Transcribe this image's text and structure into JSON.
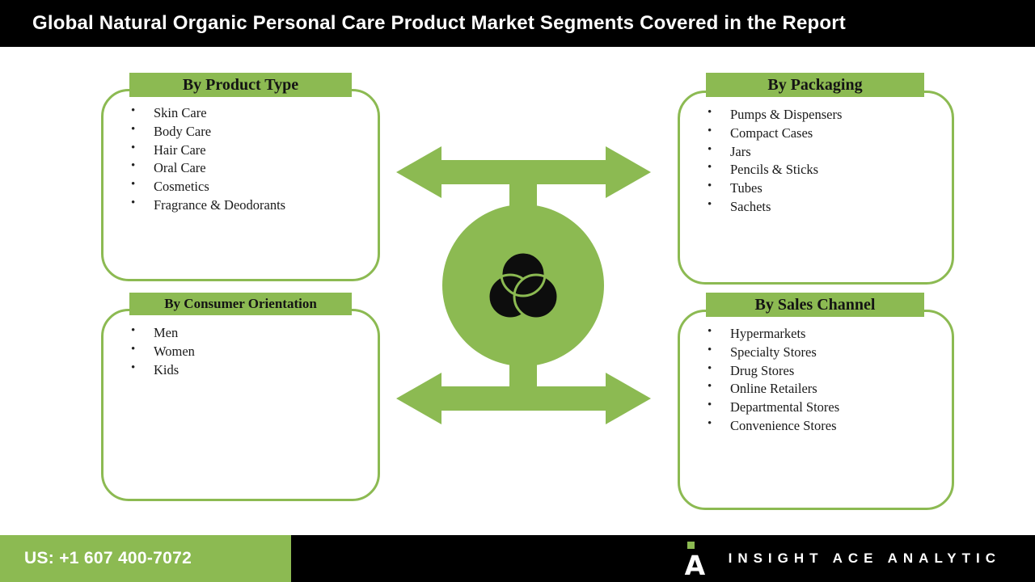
{
  "header": {
    "title": "Global Natural Organic Personal Care Product Market Segments Covered in the Report"
  },
  "colors": {
    "accent_green": "#8CBA52",
    "bar_black": "#000000"
  },
  "boxes": [
    {
      "title": "By Product Type",
      "items": [
        "Skin Care",
        "Body Care",
        "Hair Care",
        "Oral Care",
        "Cosmetics",
        "Fragrance & Deodorants"
      ]
    },
    {
      "title": "By Packaging",
      "items": [
        "Pumps & Dispensers",
        "Compact Cases",
        "Jars",
        "Pencils & Sticks",
        "Tubes",
        "Sachets"
      ]
    },
    {
      "title": "By Consumer Orientation",
      "items": [
        "Men",
        "Women",
        "Kids"
      ]
    },
    {
      "title": "By Sales Channel",
      "items": [
        "Hypermarkets",
        "Specialty Stores",
        "Drug Stores",
        "Online Retailers",
        "Departmental Stores",
        "Convenience Stores"
      ]
    }
  ],
  "center": {
    "icon": "overlapping-circles-icon"
  },
  "footer": {
    "phone": "US: +1 607 400-7072",
    "brand": "INSIGHT ACE ANALYTIC",
    "logo_letter": "A"
  }
}
